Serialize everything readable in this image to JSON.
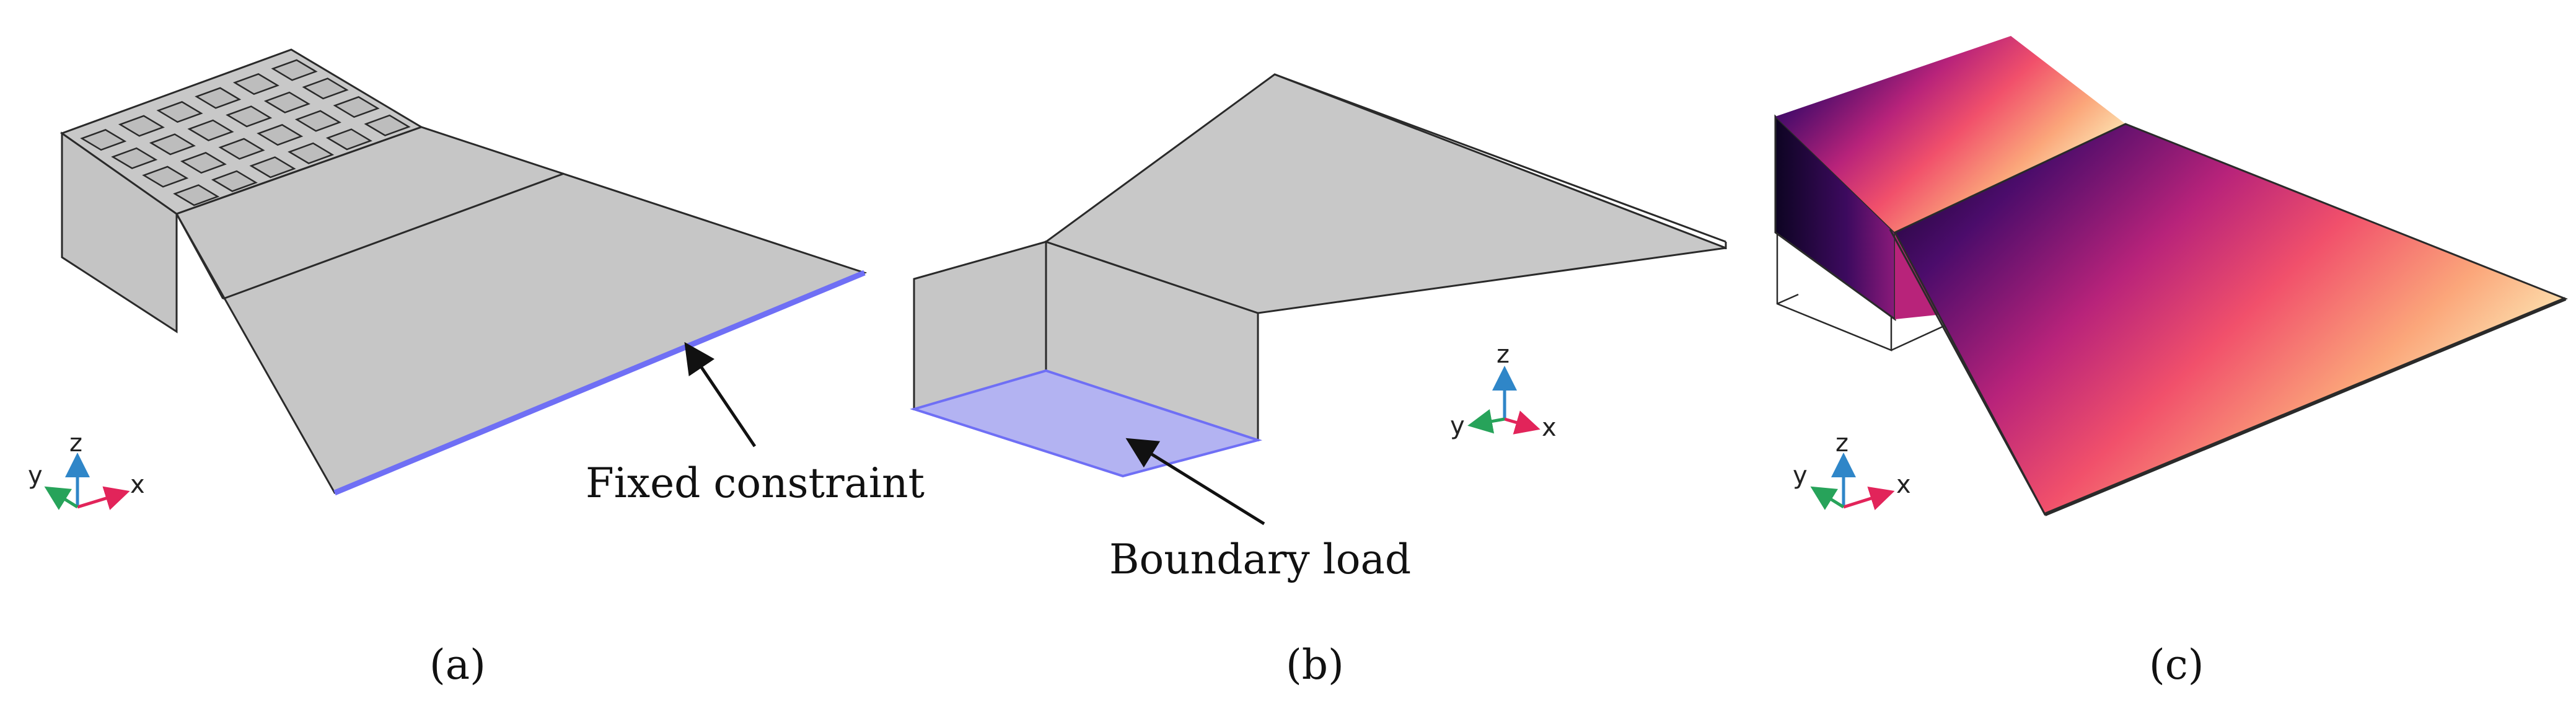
{
  "panels": {
    "a": {
      "caption": "(a)",
      "callout": "Fixed constraint"
    },
    "b": {
      "caption": "(b)",
      "callout": "Boundary load"
    },
    "c": {
      "caption": "(c)"
    }
  },
  "axes_labels": {
    "x": "x",
    "y": "y",
    "z": "z"
  },
  "colors": {
    "surface_gray": "#c8c8c8",
    "edge_dark": "#2a2a2a",
    "highlight_blue": "#6f6ff5",
    "axis_x_red": "#e2245a",
    "axis_y_green": "#27a35a",
    "axis_z_blue": "#2f86c8",
    "colormap": [
      "#0d0422",
      "#4b0c6b",
      "#b8237a",
      "#f1506b",
      "#fba67a",
      "#fcf6c2"
    ]
  }
}
